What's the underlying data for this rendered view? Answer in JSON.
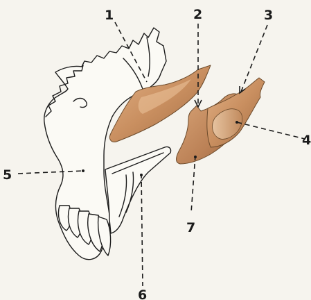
{
  "callouts": [
    {
      "id": "1",
      "label": "1"
    },
    {
      "id": "2",
      "label": "2"
    },
    {
      "id": "3",
      "label": "3"
    },
    {
      "id": "4",
      "label": "4"
    },
    {
      "id": "5",
      "label": "5"
    },
    {
      "id": "6",
      "label": "6"
    },
    {
      "id": "7",
      "label": "7"
    }
  ],
  "colors": {
    "background": "#f6f4ee",
    "bone_light": "#d9a578",
    "bone_mid": "#c48a5c",
    "bone_dark": "#9c6a44",
    "line": "#1c1c1c"
  }
}
